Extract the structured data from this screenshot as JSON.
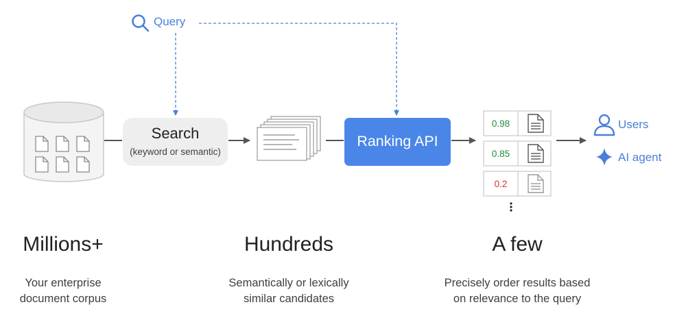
{
  "query": {
    "label": "Query",
    "icon": "search-icon"
  },
  "search": {
    "title": "Search",
    "subtitle": "(keyword or semantic)"
  },
  "ranking": {
    "label": "Ranking API"
  },
  "results": [
    {
      "score": "0.98",
      "color": "#1e8e3e"
    },
    {
      "score": "0.85",
      "color": "#1e8e3e"
    },
    {
      "score": "0.2",
      "color": "#d93025"
    }
  ],
  "outputs": [
    {
      "label": "Users",
      "icon": "user-icon"
    },
    {
      "label": "AI agent",
      "icon": "sparkle-icon"
    }
  ],
  "stages": [
    {
      "title": "Millions+",
      "line1": "Your enterprise",
      "line2": "document corpus"
    },
    {
      "title": "Hundreds",
      "line1": "Semantically or lexically",
      "line2": "similar candidates"
    },
    {
      "title": "A few",
      "line1": "Precisely order results based",
      "line2": "on relevance to the query"
    }
  ],
  "colors": {
    "accent": "#4a86e8",
    "query": "#4a7fd9",
    "positive": "#1e8e3e",
    "negative": "#d93025"
  }
}
